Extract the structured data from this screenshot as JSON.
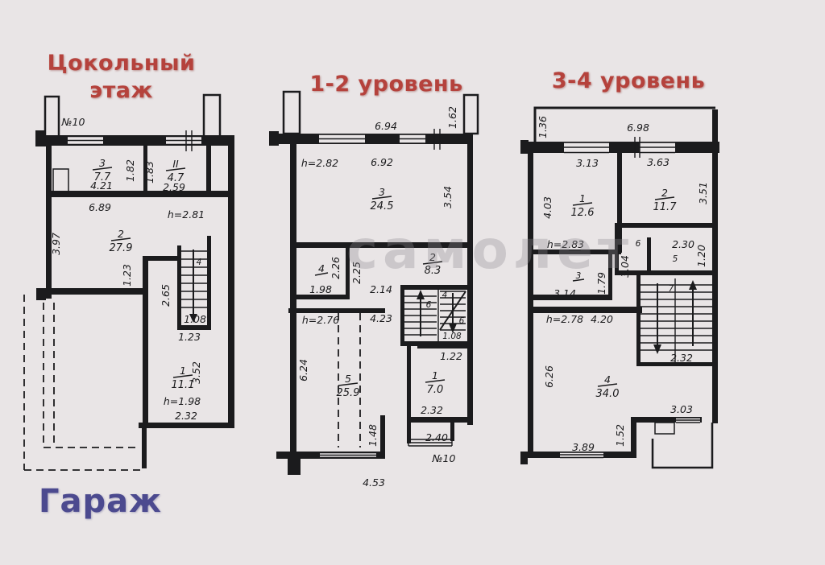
{
  "page": {
    "background": "#e9e5e6",
    "ink": "#1b1b1d",
    "title_color": "#b5423c",
    "garage_color": "#4c4a8f",
    "watermark_color": "#8e8b90"
  },
  "titles": {
    "basement_line1": "Цокольный",
    "basement_line2": "этаж",
    "level_1_2": "1-2 уровень",
    "level_3_4": "3-4 уровень",
    "garage": "Гараж"
  },
  "watermark": "самолет",
  "basement": {
    "unit_label": "№10",
    "rooms": {
      "r3_num": "3",
      "r3_area": "7.7",
      "rII_num": "II",
      "rII_area": "4.7",
      "r2_num": "2",
      "r2_area": "27.9",
      "r1_num": "1",
      "r1_area": "11.1",
      "stair_num": "4"
    },
    "dims": {
      "w_421": "4.21",
      "v_182": "1.82",
      "v_183": "1.83",
      "w_259": "2.59",
      "w_689": "6.89",
      "h_281": "h=2.81",
      "v_397": "3.97",
      "v_123": "1.23",
      "v_265": "2.65",
      "w_108": "1.08",
      "w_123": "1.23",
      "v_352": "3.52",
      "h_198": "h=1.98",
      "w_232": "2.32"
    }
  },
  "level12": {
    "unit_label": "№10",
    "rooms": {
      "r3_num": "3",
      "r3_area": "24.5",
      "r4_num": "4",
      "r2_num": "2",
      "r2_area": "8.3",
      "r5_num": "5",
      "r5_area": "25.9",
      "r1_num": "1",
      "r1_area": "7.0",
      "stair_up": "6",
      "stair_mid": "4",
      "stair_down": "6"
    },
    "dims": {
      "w_694": "6.94",
      "v_162": "1.62",
      "h_282": "h=2.82",
      "w_692": "6.92",
      "v_354": "3.54",
      "v_226": "2.26",
      "v_225": "2.25",
      "w_198": "1.98",
      "w_214": "2.14",
      "h_276": "h=2.76",
      "w_423": "4.23",
      "w_108": "1.08",
      "w_122": "1.22",
      "v_624": "6.24",
      "w_232": "2.32",
      "v_148": "1.48",
      "w_240": "2.40",
      "w_453": "4.53"
    }
  },
  "level34": {
    "rooms": {
      "r1_num": "1",
      "r1_area": "12.6",
      "r2_num": "2",
      "r2_area": "11.7",
      "r3_num": "3",
      "r4_num": "4",
      "r4_area": "34.0",
      "r5_num": "5",
      "r6_num": "6",
      "stair_num": "7"
    },
    "dims": {
      "v_136": "1.36",
      "w_698": "6.98",
      "w_313": "3.13",
      "w_363": "3.63",
      "v_403": "4.03",
      "v_351": "3.51",
      "h_283": "h=2.83",
      "w_230": "2.30",
      "v_304": "3.04",
      "v_120": "1.20",
      "w_314": "3.14",
      "v_179": "1.79",
      "h_278": "h=2.78",
      "w_420": "4.20",
      "w_232": "2.32",
      "v_626": "6.26",
      "w_303": "3.03",
      "v_152": "1.52",
      "w_389": "3.89"
    }
  }
}
